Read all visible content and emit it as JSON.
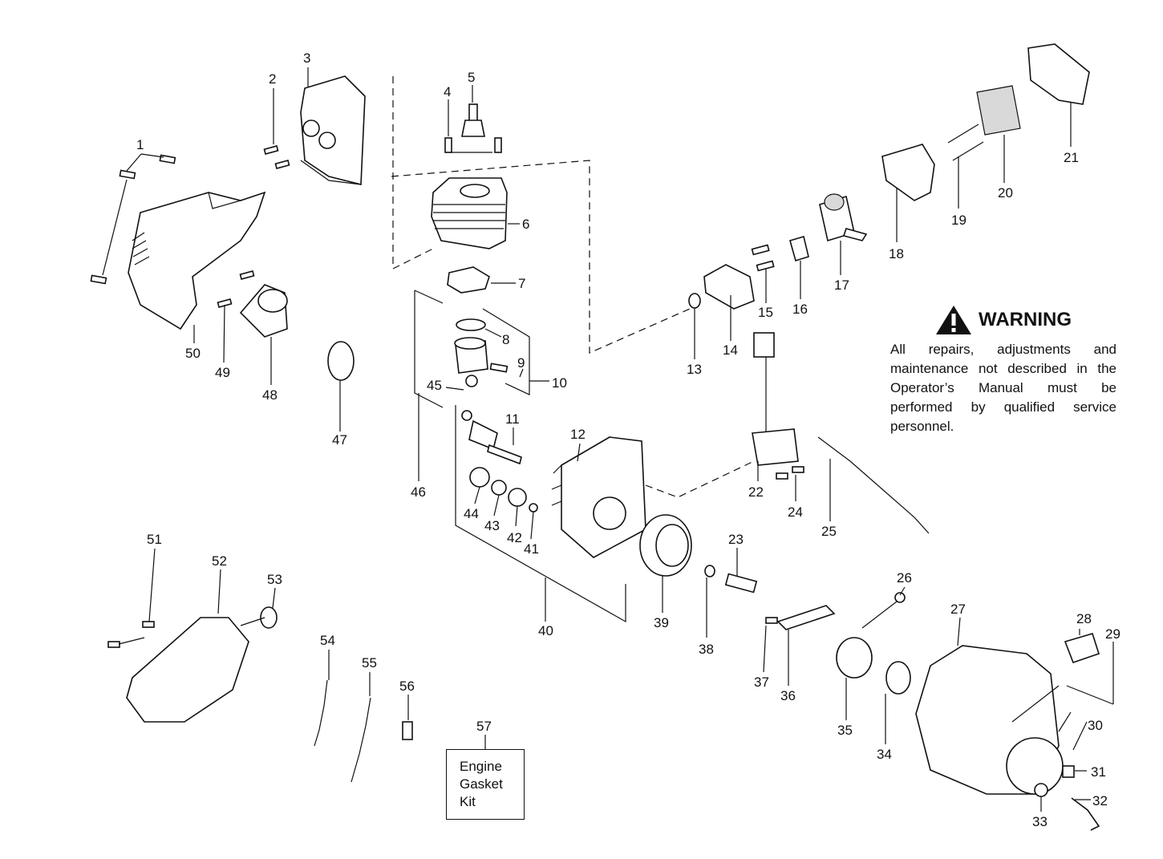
{
  "callouts": {
    "n1": "1",
    "n2": "2",
    "n3": "3",
    "n4": "4",
    "n5": "5",
    "n6": "6",
    "n7": "7",
    "n8": "8",
    "n9": "9",
    "n10": "10",
    "n11": "11",
    "n12": "12",
    "n13": "13",
    "n14": "14",
    "n15": "15",
    "n16": "16",
    "n17": "17",
    "n18": "18",
    "n19": "19",
    "n20": "20",
    "n21": "21",
    "n22": "22",
    "n23": "23",
    "n24": "24",
    "n25": "25",
    "n26": "26",
    "n27": "27",
    "n28": "28",
    "n29": "29",
    "n30": "30",
    "n31": "31",
    "n32": "32",
    "n33": "33",
    "n34": "34",
    "n35": "35",
    "n36": "36",
    "n37": "37",
    "n38": "38",
    "n39": "39",
    "n40": "40",
    "n41": "41",
    "n42": "42",
    "n43": "43",
    "n44": "44",
    "n45": "45",
    "n46": "46",
    "n47": "47",
    "n48": "48",
    "n49": "49",
    "n50": "50",
    "n51": "51",
    "n52": "52",
    "n53": "53",
    "n54": "54",
    "n55": "55",
    "n56": "56",
    "n57": "57"
  },
  "warning": {
    "title": "WARNING",
    "text": "All repairs, adjustments and maintenance not described in the Operator’s Manual must be performed by qualified service personnel."
  },
  "kit_box": {
    "line1": "Engine",
    "line2": "Gasket",
    "line3": "Kit"
  },
  "colors": {
    "ink": "#111111",
    "background": "#ffffff"
  }
}
